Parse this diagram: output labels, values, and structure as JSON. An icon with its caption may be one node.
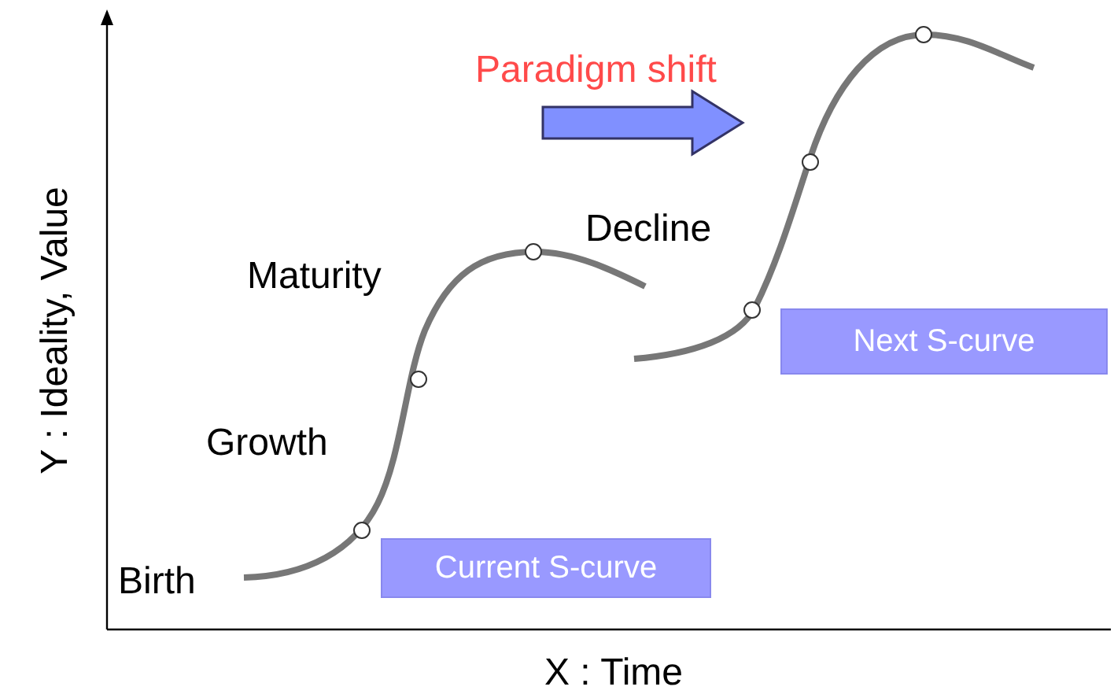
{
  "diagram": {
    "nodes": [
      {
        "text": [
          "Current S-curve"
        ]
      },
      {
        "text": [
          "Next S-curve"
        ]
      }
    ],
    "labels": [
      "Paradigm shift",
      "Decline",
      "Maturity",
      "Growth",
      "Birth",
      "Y : Ideality, Value",
      "X : Time"
    ]
  }
}
